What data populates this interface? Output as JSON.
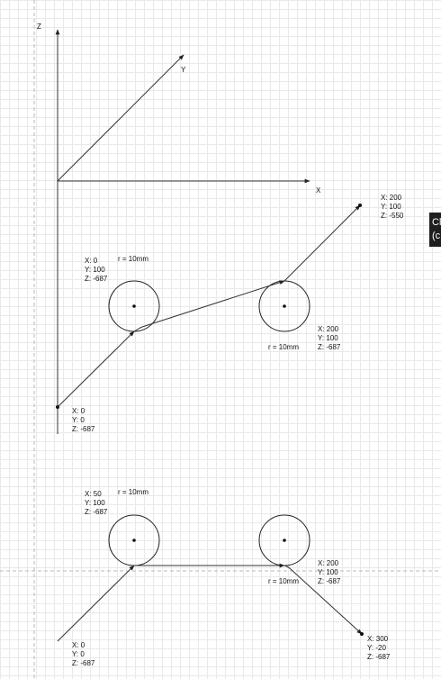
{
  "axes": {
    "z": "Z",
    "y": "Y",
    "x": "X"
  },
  "diagram1": {
    "start": {
      "x": "X: 0",
      "y": "Y: 0",
      "z": "Z: -687"
    },
    "circle1": {
      "x": "X: 0",
      "y": "Y: 100",
      "z": "Z: -687",
      "radius": "r = 10mm"
    },
    "circle2": {
      "x": "X: 200",
      "y": "Y: 100",
      "z": "Z: -687",
      "radius": "r = 10mm"
    },
    "end": {
      "x": "X: 200",
      "y": "Y: 100",
      "z": "Z: -550"
    }
  },
  "diagram2": {
    "start": {
      "x": "X: 0",
      "y": "Y: 0",
      "z": "Z: -687"
    },
    "circle1": {
      "x": "X: 50",
      "y": "Y: 100",
      "z": "Z: -687",
      "radius": "r = 10mm"
    },
    "circle2": {
      "x": "X: 200",
      "y": "Y: 100",
      "z": "Z: -687",
      "radius": "r = 10mm"
    },
    "end": {
      "x": "X: 300",
      "y": "Y: -20",
      "z": "Z: -687"
    }
  },
  "tooltip": {
    "line1": "Cl",
    "line2": "(c"
  },
  "colors": {
    "stroke": "#333333",
    "grid": "#e9e9e9",
    "tooltip_bg": "#1f1f1f"
  }
}
